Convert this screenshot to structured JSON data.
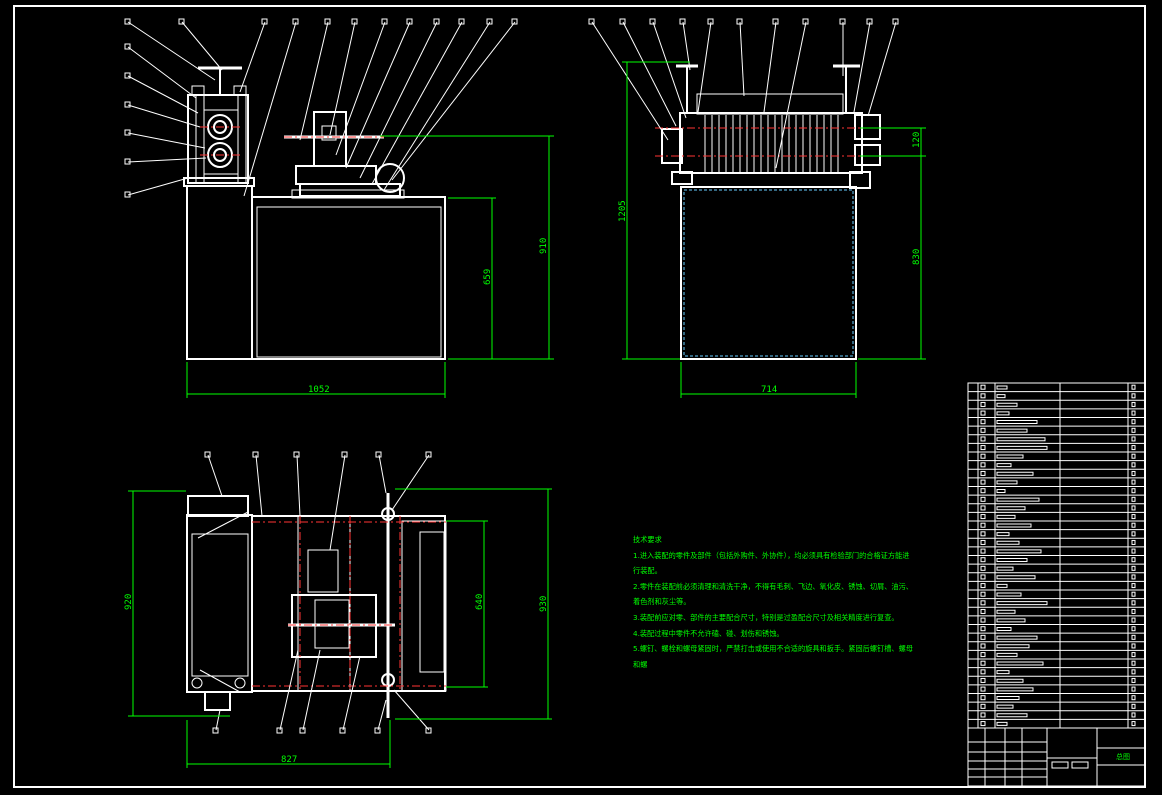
{
  "dimensions": {
    "front_width": "1052",
    "front_height_total": "910",
    "front_height_table": "659",
    "side_height_total": "1205",
    "side_height_upper": "120",
    "side_height_table": "830",
    "side_width": "714",
    "top_depth": "920",
    "top_width": "827",
    "top_inner_depth": "640",
    "top_depth_right": "930"
  },
  "notes": {
    "title": "技术要求",
    "lines": [
      "1.进入装配的零件及部件（包括外购件、外协件），均必须具有检验部门的合格证方能进",
      "行装配。",
      "2.零件在装配前必须清理和清洗干净，不得有毛刺、飞边、氧化皮、锈蚀、切屑、油污、",
      "着色剂和灰尘等。",
      "3.装配前应对零、部件的主要配合尺寸，特别是过盈配合尺寸及相关精度进行复查。",
      "4.装配过程中零件不允许磕、碰、划伤和锈蚀。",
      "5.螺钉、螺栓和螺母紧固时，严禁打击或使用不合适的旋具和扳手。紧固后螺钉槽、螺母",
      "和螺"
    ]
  },
  "title_block": {
    "drawing_label": "总图"
  },
  "colors": {
    "background": "#000000",
    "outline": "#ffffff",
    "dimension": "#00ff00",
    "centerline": "#ff0000"
  }
}
